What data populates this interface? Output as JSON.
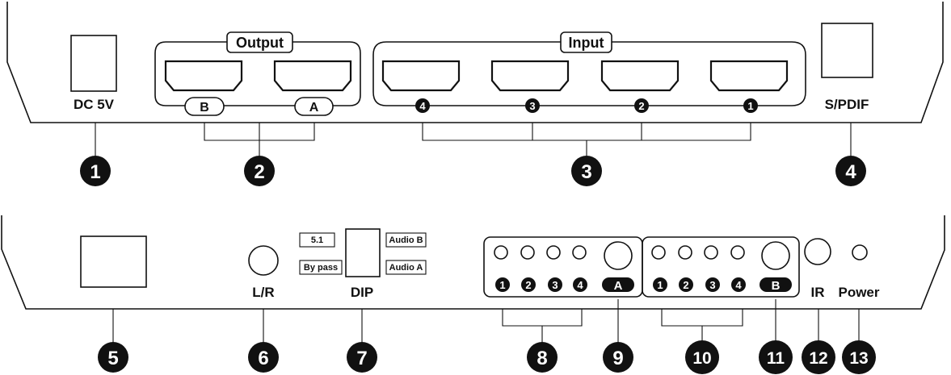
{
  "back_panel": {
    "dc_label": "DC 5V",
    "output_label": "Output",
    "output_ports": [
      "B",
      "A"
    ],
    "input_label": "Input",
    "input_ports": [
      "4",
      "3",
      "2",
      "1"
    ],
    "spdif_label": "S/PDIF"
  },
  "front_panel": {
    "lr_label": "L/R",
    "dip_label": "DIP",
    "dip_left_labels": [
      "5.1",
      "By pass"
    ],
    "dip_right_labels": [
      "Audio B",
      "Audio A"
    ],
    "group_a_leds": [
      "1",
      "2",
      "3",
      "4"
    ],
    "group_a_button": "A",
    "group_b_leds": [
      "1",
      "2",
      "3",
      "4"
    ],
    "group_b_button": "B",
    "ir_label": "IR",
    "power_label": "Power"
  },
  "callouts_top": [
    "1",
    "2",
    "3",
    "4"
  ],
  "callouts_bottom": [
    "5",
    "6",
    "7",
    "8",
    "9",
    "10",
    "11",
    "12",
    "13"
  ]
}
